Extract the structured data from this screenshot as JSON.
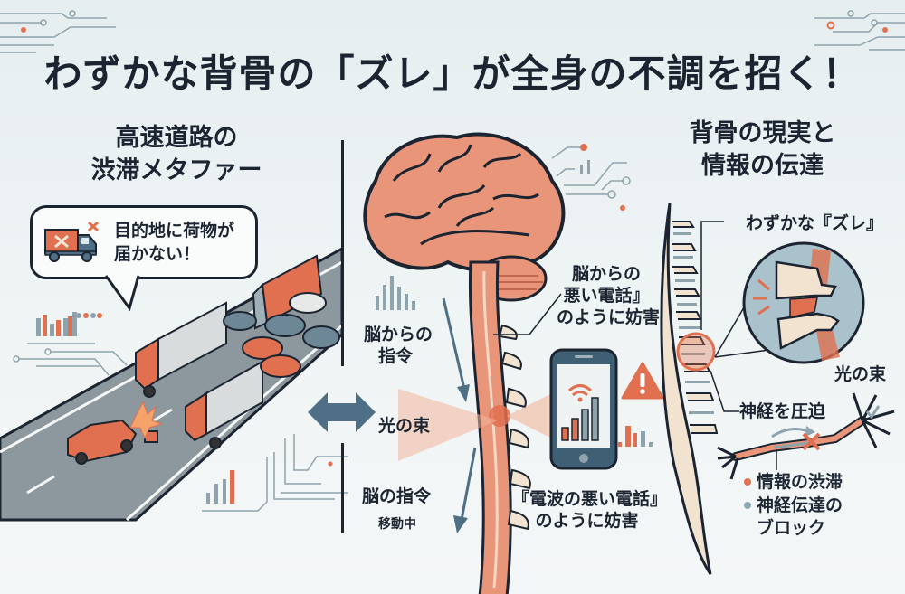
{
  "title": "わずかな背骨の「ズレ」が全身の不調を招く！",
  "left_panel": {
    "heading_line1": "高速道路の",
    "heading_line2": "渋滞メタファー",
    "bubble_line1": "目的地に荷物が",
    "bubble_line2": "届かない！",
    "icons": [
      "truck-icon",
      "x-mark-icon",
      "traffic-jam-illustration",
      "crash-icon"
    ]
  },
  "center_panel": {
    "label_brain_command_line1": "脳からの",
    "label_brain_command_line2": "指令",
    "label_light_bundle": "光の束",
    "label_command_moving_line1": "脳の指令",
    "label_command_moving_line2": "移動中",
    "label_bad_call_line1": "脳からの",
    "label_bad_call_line2": "悪い電話』",
    "label_bad_call_line3": "のように妨害",
    "label_bad_signal_line1": "『電波の悪い電話』",
    "label_bad_signal_line2": "のように妨害",
    "icons": [
      "brain-icon",
      "spinal-cord-icon",
      "smartphone-icon",
      "warning-icon",
      "double-arrow-icon"
    ]
  },
  "right_panel": {
    "heading_line1": "背骨の現実と",
    "heading_line2": "情報の伝達",
    "label_slight_shift": "わずかな『ズレ』",
    "label_nerve_compression": "神経を圧迫",
    "label_light_bundle": "光の束",
    "legend": [
      {
        "label": "情報の渋滞",
        "color": "#e0704f"
      },
      {
        "label": "神経伝達の",
        "color": "#8fa9b4"
      },
      {
        "label": "ブロック",
        "color": null
      }
    ],
    "icons": [
      "spine-icon",
      "vertebra-zoom-icon",
      "neuron-icon"
    ]
  },
  "colors": {
    "accent_orange": "#e0704f",
    "brain_fill": "#e8957a",
    "dark_outline": "#1b2430",
    "steel_blue": "#4f6f86",
    "circuit_gray": "#8fa3ad",
    "road_gray": "#8d989e",
    "bone": "#f1e3cf"
  }
}
